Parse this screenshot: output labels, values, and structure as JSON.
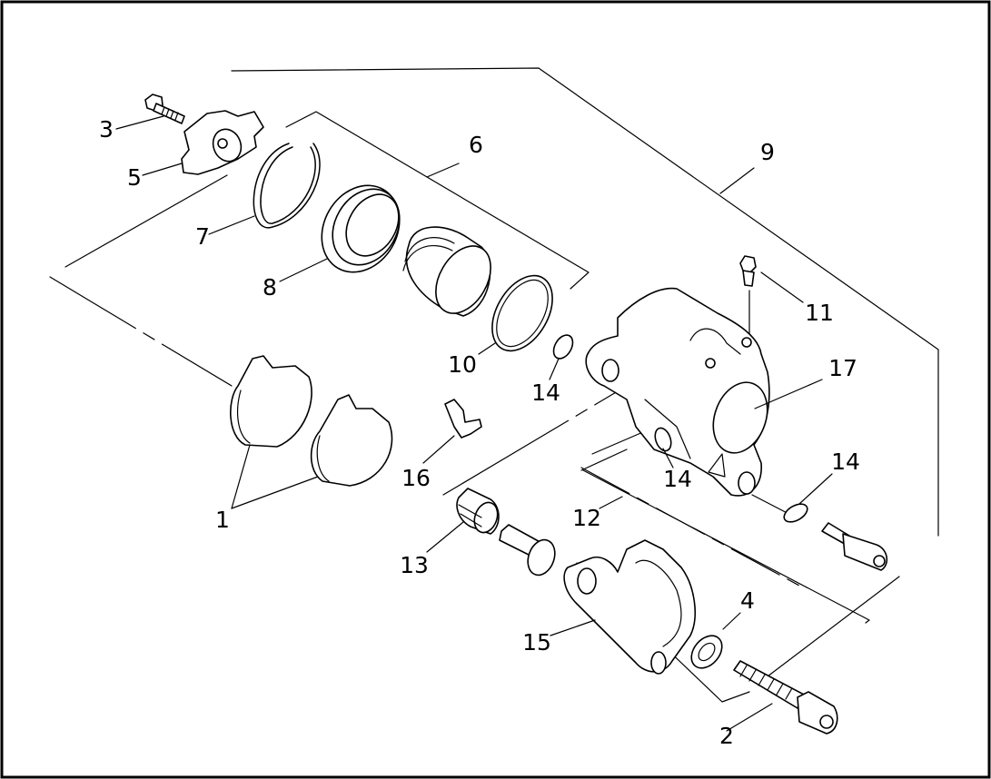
{
  "diagram": {
    "line_color": "#000000",
    "background": "#ffffff",
    "callouts": [
      {
        "id": "1",
        "text": "1"
      },
      {
        "id": "2",
        "text": "2"
      },
      {
        "id": "3",
        "text": "3"
      },
      {
        "id": "4",
        "text": "4"
      },
      {
        "id": "5",
        "text": "5"
      },
      {
        "id": "6",
        "text": "6"
      },
      {
        "id": "7",
        "text": "7"
      },
      {
        "id": "8",
        "text": "8"
      },
      {
        "id": "9",
        "text": "9"
      },
      {
        "id": "10",
        "text": "10"
      },
      {
        "id": "11",
        "text": "11"
      },
      {
        "id": "12",
        "text": "12"
      },
      {
        "id": "13",
        "text": "13"
      },
      {
        "id": "14a",
        "text": "14"
      },
      {
        "id": "14b",
        "text": "14"
      },
      {
        "id": "14c",
        "text": "14"
      },
      {
        "id": "15",
        "text": "15"
      },
      {
        "id": "16",
        "text": "16"
      },
      {
        "id": "17",
        "text": "17"
      }
    ]
  }
}
